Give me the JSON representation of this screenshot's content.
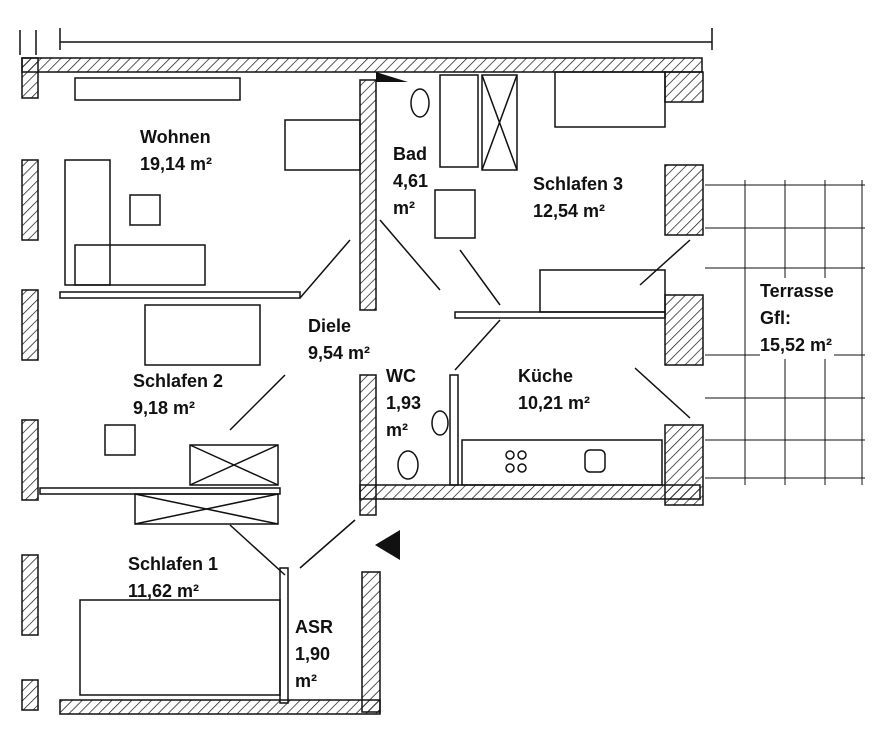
{
  "rooms": {
    "wohnen": {
      "name": "Wohnen",
      "area": "19,14 m²"
    },
    "bad": {
      "name": "Bad",
      "area_value": "4,61",
      "unit": "m²"
    },
    "schlafen3": {
      "name": "Schlafen 3",
      "area": "12,54 m²"
    },
    "diele": {
      "name": "Diele",
      "area": "9,54 m²"
    },
    "schlafen2": {
      "name": "Schlafen 2",
      "area": "9,18 m²"
    },
    "wc": {
      "name": "WC",
      "area_value": "1,93",
      "unit": "m²"
    },
    "kueche": {
      "name": "Küche",
      "area": "10,21 m²"
    },
    "terrasse": {
      "name": "Terrasse",
      "sub": "Gfl:",
      "area": "15,52 m²"
    },
    "schlafen1": {
      "name": "Schlafen 1",
      "area": "11,62 m²"
    },
    "asr": {
      "name": "ASR",
      "area_value": "1,90",
      "unit": "m²"
    }
  },
  "colors": {
    "ink": "#111111",
    "background": "#ffffff"
  }
}
